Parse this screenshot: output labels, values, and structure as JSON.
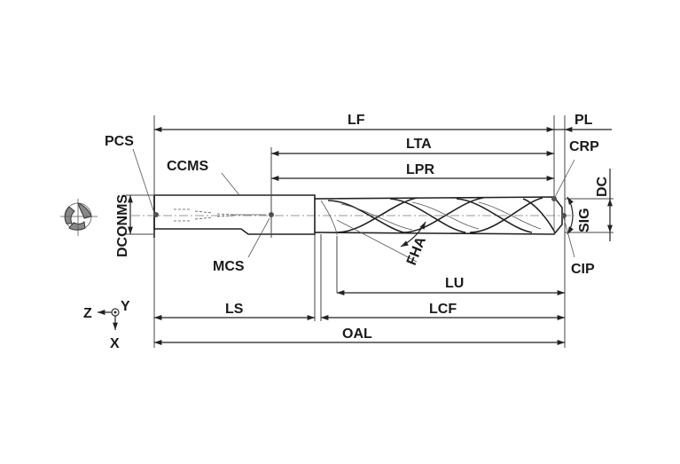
{
  "labels": {
    "lf": "LF",
    "pl": "PL",
    "pcs": "PCS",
    "lta": "LTA",
    "crp": "CRP",
    "ccms": "CCMS",
    "lpr": "LPR",
    "dc": "DC",
    "sig": "SIG",
    "dconms": "DCONMS",
    "fha": "FHA",
    "mcs": "MCS",
    "cip": "CIP",
    "lu": "LU",
    "ls": "LS",
    "lcf": "LCF",
    "oal": "OAL",
    "axis_z": "Z",
    "axis_y": "Y",
    "axis_x": "X"
  }
}
